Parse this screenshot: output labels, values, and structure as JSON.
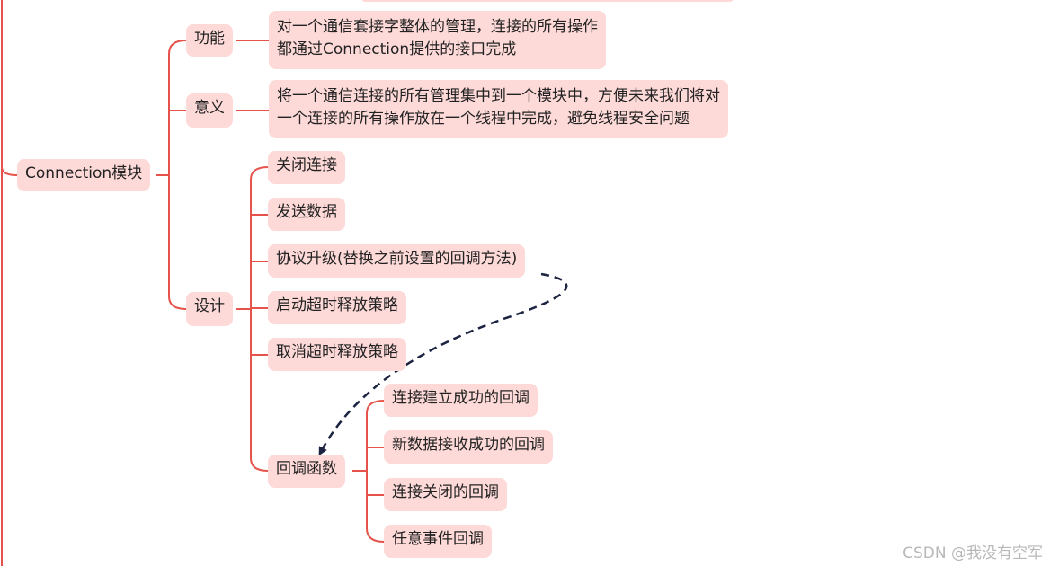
{
  "colors": {
    "node_fill": "#fdd9d8",
    "branch_line": "#e5534b",
    "relation_arrow": "#1c2340",
    "text": "#222222",
    "watermark": "#b8b8b8"
  },
  "mindmap": {
    "root": {
      "label": "Connection模块"
    },
    "branches": {
      "function": {
        "label": "功能",
        "detail": [
          "对一个通信套接字整体的管理，连接的所有操作",
          "都通过Connection提供的接口完成"
        ]
      },
      "meaning": {
        "label": "意义",
        "detail": [
          "将一个通信连接的所有管理集中到一个模块中，方便未来我们将对",
          "一个连接的所有操作放在一个线程中完成，避免线程安全问题"
        ]
      },
      "design": {
        "label": "设计",
        "items": {
          "close": "关闭连接",
          "send": "发送数据",
          "upgrade": "协议升级(替换之前设置的回调方法)",
          "start_timeout": "启动超时释放策略",
          "cancel_timeout": "取消超时释放策略",
          "callbacks": {
            "label": "回调函数",
            "items": [
              "连接建立成功的回调",
              "新数据接收成功的回调",
              "连接关闭的回调",
              "任意事件回调"
            ]
          }
        }
      }
    }
  },
  "watermark": "CSDN @我没有空军"
}
